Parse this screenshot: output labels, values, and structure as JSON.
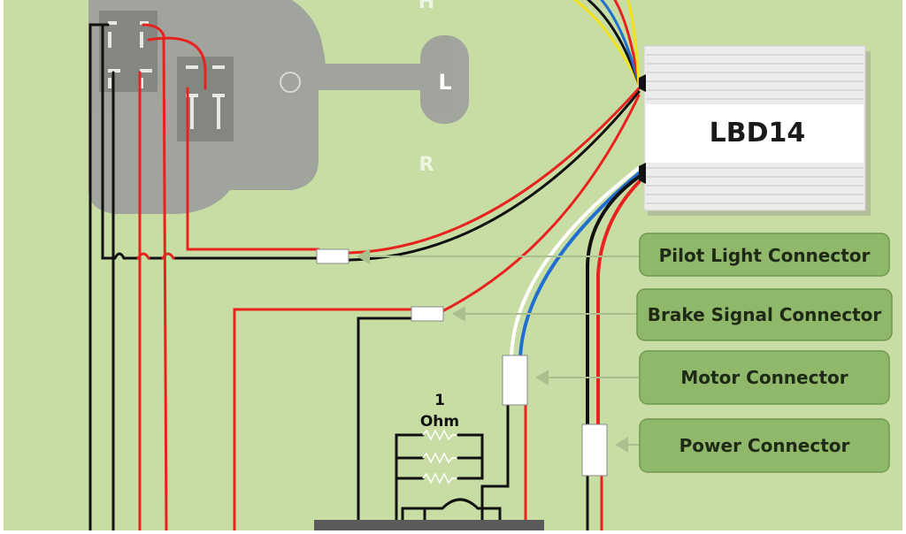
{
  "diagram": {
    "module_label": "LBD14",
    "switch_positions": {
      "top": "H",
      "left": "O",
      "center": "L",
      "bottom": "R"
    },
    "connectors": [
      {
        "id": "pilot",
        "label": "Pilot Light Connector"
      },
      {
        "id": "brake",
        "label": "Brake Signal Connector"
      },
      {
        "id": "motor",
        "label": "Motor Connector"
      },
      {
        "id": "power",
        "label": "Power Connector"
      }
    ],
    "resistor": {
      "value": "1",
      "unit": "Ohm"
    },
    "colors": {
      "background": "#c8dda4",
      "label_box": "#8fb86a",
      "label_box_border": "#6e9a4c",
      "wire_red": "#e8231f",
      "wire_black": "#111111",
      "wire_blue": "#1f6fd1",
      "wire_white": "#ffffff",
      "wire_yellow": "#f2e21a",
      "switch_body": "#9d9d9d"
    }
  }
}
